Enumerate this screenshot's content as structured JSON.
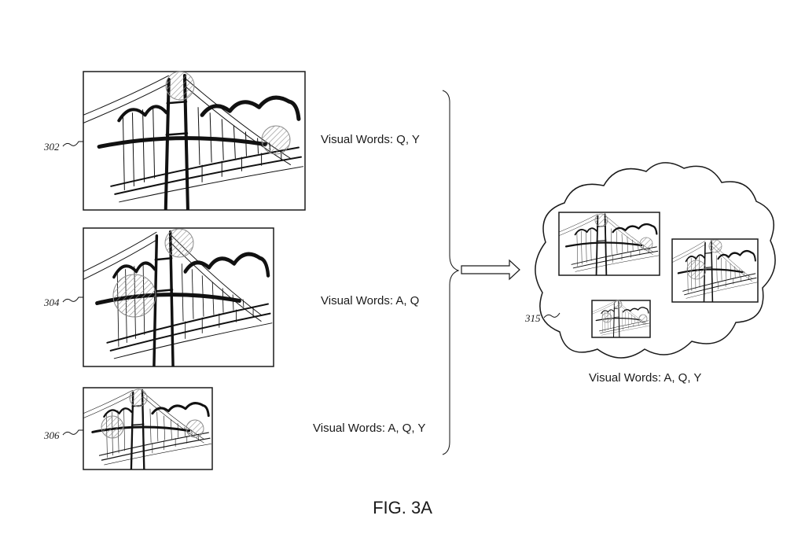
{
  "images": [
    {
      "ref": "302",
      "visual_words": "Visual Words: Q, Y"
    },
    {
      "ref": "304",
      "visual_words": "Visual Words: A, Q"
    },
    {
      "ref": "306",
      "visual_words": "Visual Words: A, Q, Y"
    }
  ],
  "cluster": {
    "ref": "315",
    "visual_words": "Visual Words: A, Q, Y"
  },
  "caption": "FIG. 3A",
  "colors": {
    "ink": "#1a1a1a",
    "hatch": "#8a8a8a"
  }
}
